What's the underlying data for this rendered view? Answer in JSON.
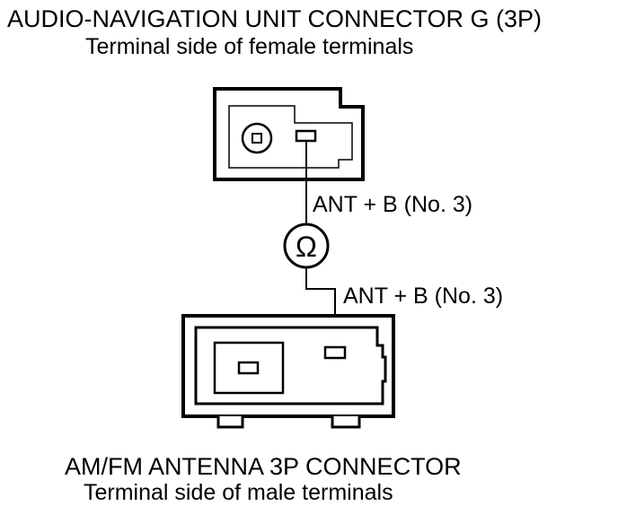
{
  "top_connector": {
    "title": "AUDIO-NAVIGATION UNIT CONNECTOR G (3P)",
    "subtitle": "Terminal side of female terminals"
  },
  "wire_labels": {
    "upper": "ANT  + B (No. 3)",
    "lower": "ANT  + B (No. 3)"
  },
  "meter_symbol": "Ω",
  "bottom_connector": {
    "title": "AM/FM ANTENNA 3P CONNECTOR",
    "subtitle": "Terminal side of male terminals"
  }
}
